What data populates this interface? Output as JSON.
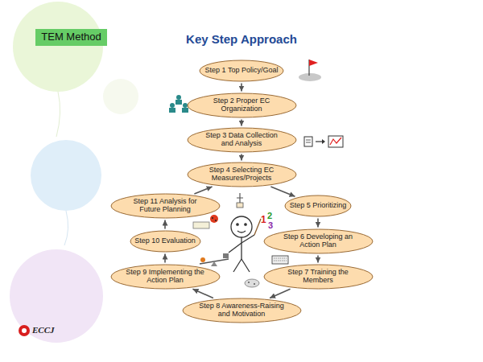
{
  "diagram": {
    "title": "Key Step Approach",
    "nodes": [
      {
        "text": [
          "TEM Method"
        ]
      },
      {
        "text": [
          "Step 1 Top Policy/Goal"
        ]
      },
      {
        "text": [
          "Step 2 Proper EC Organization"
        ]
      },
      {
        "text": [
          "Step 3 Data Collection and Analysis"
        ]
      },
      {
        "text": [
          "Step 4 Selecting EC Measures/Projects"
        ]
      },
      {
        "text": [
          "Step 5 Prioritizing"
        ]
      },
      {
        "text": [
          "Step 6 Developing an Action Plan"
        ]
      },
      {
        "text": [
          "Step 7 Training the Members"
        ]
      },
      {
        "text": [
          "Step 8 Awareness-Raising and Motivation"
        ]
      },
      {
        "text": [
          "Step 9 Implementing the Action Plan"
        ]
      },
      {
        "text": [
          "Step 10 Evaluation"
        ]
      },
      {
        "text": [
          "Step 11 Analysis for Future Planning"
        ]
      }
    ],
    "edges": [
      {
        "from": 1,
        "to": 2,
        "arrow": "to"
      },
      {
        "from": 2,
        "to": 3,
        "arrow": "to"
      },
      {
        "from": 3,
        "to": 4,
        "arrow": "to"
      },
      {
        "from": 4,
        "to": 5,
        "arrow": "to"
      },
      {
        "from": 5,
        "to": 6,
        "arrow": "to"
      },
      {
        "from": 6,
        "to": 7,
        "arrow": "to"
      },
      {
        "from": 7,
        "to": 8,
        "arrow": "to"
      },
      {
        "from": 8,
        "to": 9,
        "arrow": "to"
      },
      {
        "from": 9,
        "to": 10,
        "arrow": "to"
      },
      {
        "from": 10,
        "to": 11,
        "arrow": "to"
      },
      {
        "from": 11,
        "to": 4,
        "arrow": "to"
      }
    ],
    "labels": [
      "ECCJ",
      "1",
      "2",
      "3"
    ]
  }
}
